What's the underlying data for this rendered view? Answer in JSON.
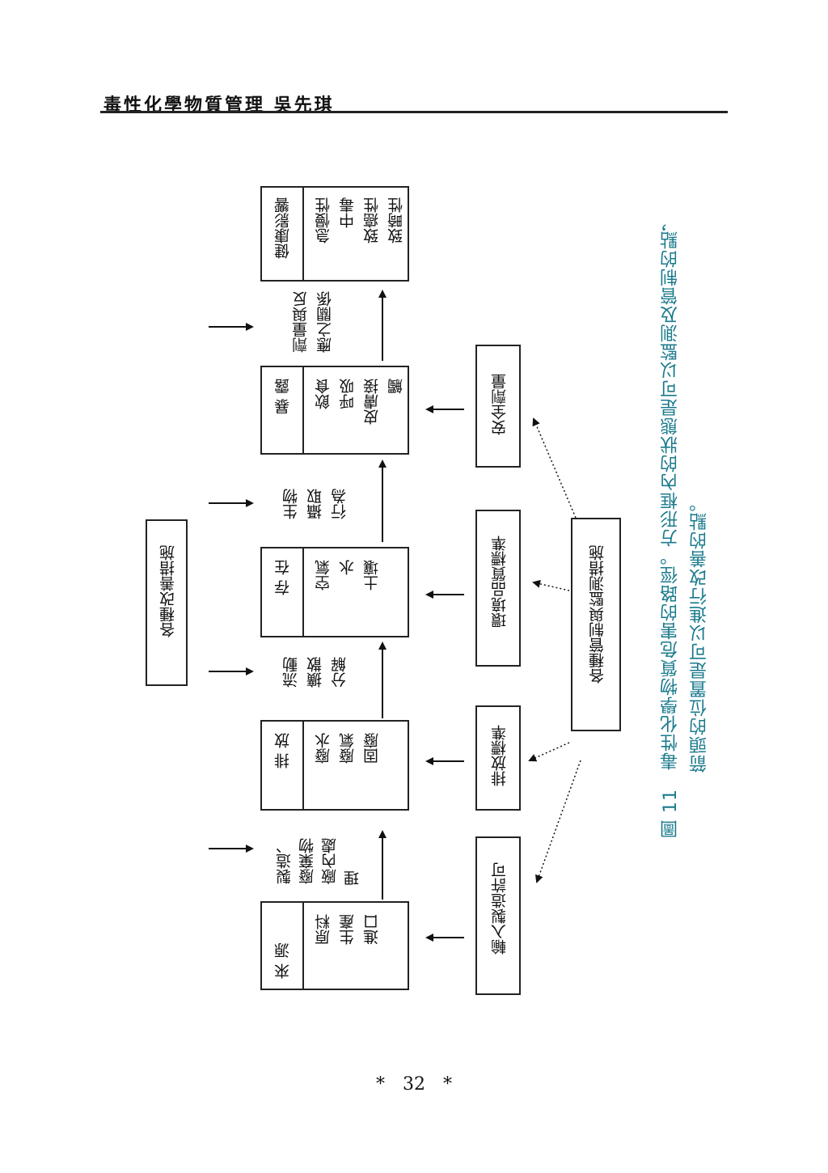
{
  "header": {
    "title": "毒性化學物質管理 吳先琪"
  },
  "diagram": {
    "stages": [
      {
        "title": "來 源",
        "items": [
          "原料",
          "生產",
          "進口"
        ]
      },
      {
        "title": "排 放",
        "items": [
          "廢水",
          "廢氣",
          "固廢"
        ]
      },
      {
        "title": "存 在",
        "items": [
          "空氣",
          "水",
          "土壤"
        ]
      },
      {
        "title": "暴 露",
        "items": [
          "飲食",
          "呼吸",
          "皮膚接",
          "觸"
        ]
      },
      {
        "title": "健康影響",
        "items": [
          "急慢性",
          "中毒",
          "致癌性",
          "致畸性"
        ]
      }
    ],
    "processes": [
      [
        "製造、",
        "廢棄物",
        "廠內處",
        "理"
      ],
      [
        "流動",
        "擴散",
        "分解"
      ],
      [
        "生物",
        "攝取",
        "行為"
      ],
      [
        "劑量與反",
        "應之關係"
      ]
    ],
    "improvement": "各種改善措施",
    "controls": [
      "輸入製造許可",
      "排放標準",
      "環境品質標準",
      "安全劑量"
    ],
    "monitoring": "各種管制與監測措施"
  },
  "caption": {
    "line1": "圖 11　毒性化學物質危害的路徑。方形框內的狀態是可以監測及管制的點，",
    "line2": "箭頭的位置是可以進行改善的點。"
  },
  "page": {
    "number": "*　32　*"
  }
}
